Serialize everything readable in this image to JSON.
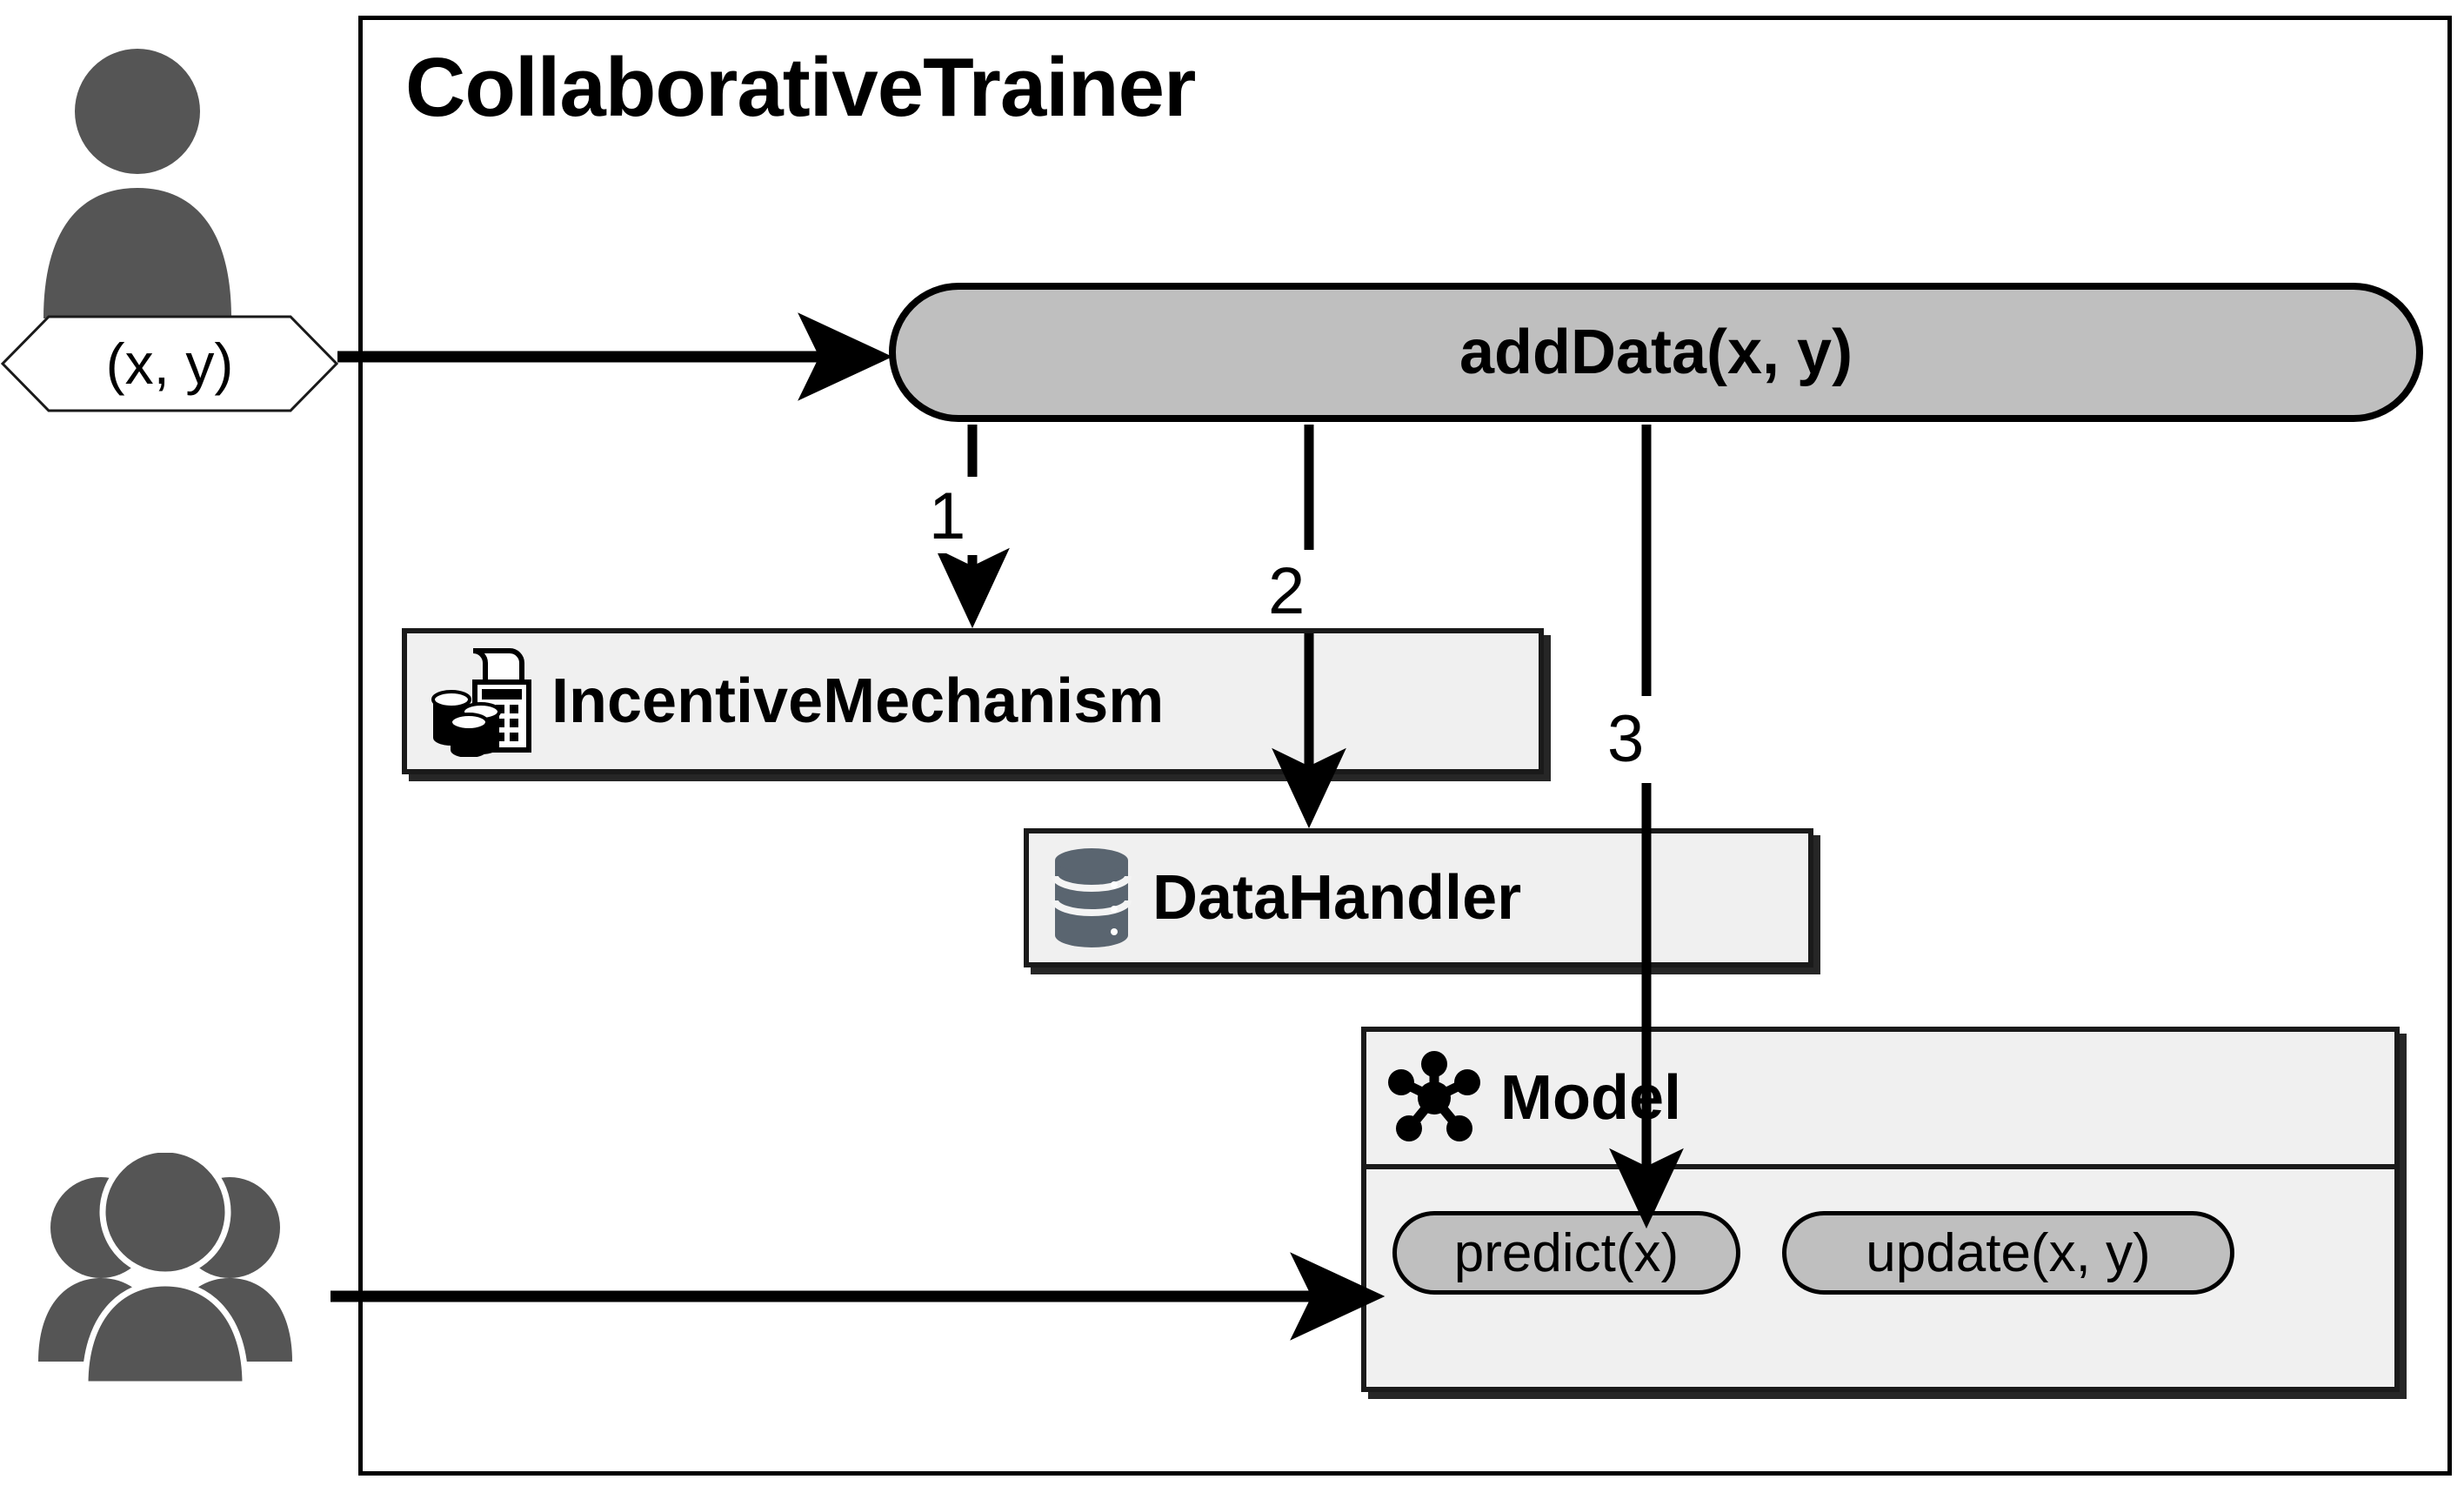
{
  "diagram": {
    "frame": {
      "title": "CollaborativeTrainer",
      "name": "collaborative-trainer-frame"
    },
    "actors": [
      {
        "id": "single-user",
        "icon": "single-user-icon",
        "data_label": "(x, y)"
      },
      {
        "id": "multiple-users",
        "icon": "multiple-users-icon"
      }
    ],
    "entry_method": {
      "label": "addData(x, y)",
      "icon": "rounded-method-pill",
      "fill": "#bfbfbf",
      "stroke": "#000000"
    },
    "components": [
      {
        "id": "incentive-mechanism",
        "label": "IncentiveMechanism",
        "icon": "calculator-coins-icon",
        "fill": "#f0f0f0"
      },
      {
        "id": "data-handler",
        "label": "DataHandler",
        "icon": "database-icon",
        "fill": "#f0f0f0"
      },
      {
        "id": "model",
        "label": "Model",
        "icon": "network-graph-icon",
        "fill": "#f0f0f0",
        "methods": [
          {
            "id": "predict",
            "label": "predict(x)"
          },
          {
            "id": "update",
            "label": "update(x, y)"
          }
        ]
      }
    ],
    "steps": [
      {
        "number": "1",
        "from": "addData(x, y)",
        "to": "IncentiveMechanism"
      },
      {
        "number": "2",
        "from": "addData(x, y)",
        "to": "DataHandler"
      },
      {
        "number": "3",
        "from": "addData(x, y)",
        "to": "update(x, y)"
      }
    ],
    "colors": {
      "component_fill": "#f0f0f0",
      "method_fill": "#bfbfbf",
      "actor_fill": "#555555",
      "database_fill": "#5a6570",
      "stroke": "#000000"
    }
  }
}
